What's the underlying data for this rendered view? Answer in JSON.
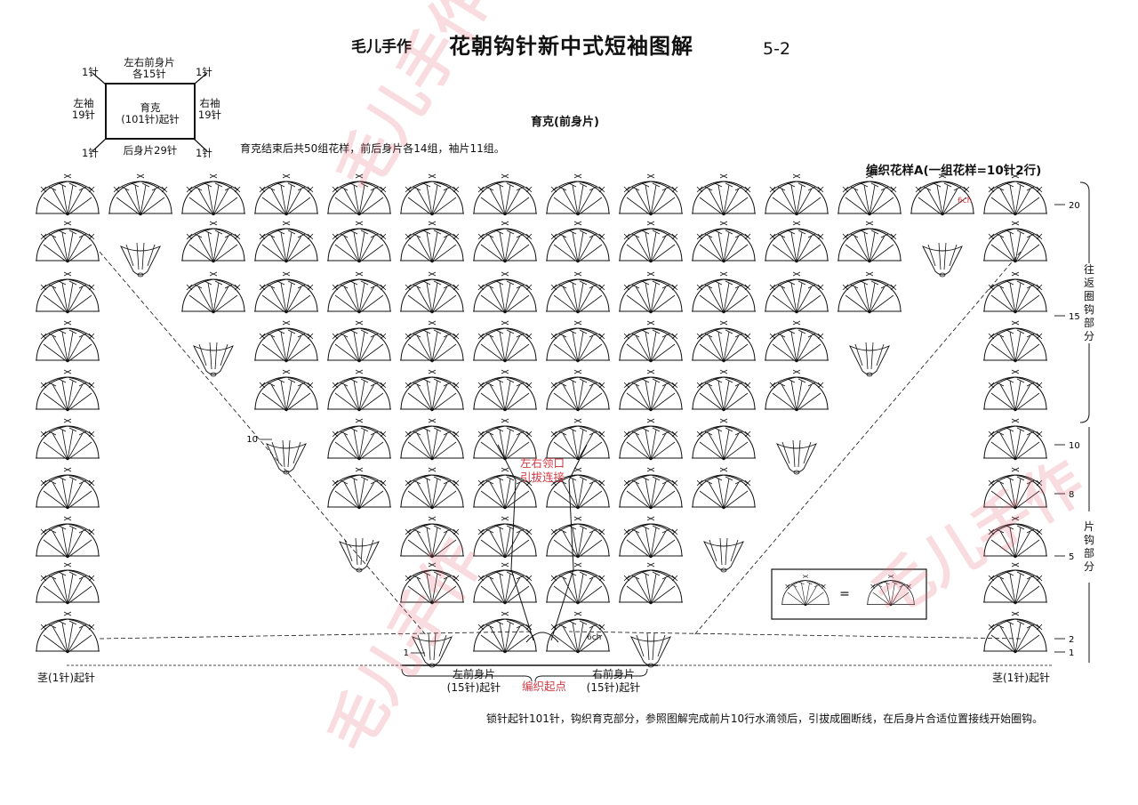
{
  "header": {
    "brand": "毛儿手作",
    "title": "花朝钩针新中式短袖图解",
    "page": "5-2"
  },
  "schematic": {
    "top_label": "左右前身片",
    "top_count": "各15针",
    "left_label": "左袖",
    "left_count": "19针",
    "right_label": "右袖",
    "right_count": "19针",
    "center_label": "育克",
    "center_count": "(101针)起针",
    "bottom_label": "后身片29针",
    "corner": "1针"
  },
  "diagram": {
    "subtitle": "育克(前身片)",
    "note_top": "育克结束后共50组花样，前后身片各14组，袖片11组。",
    "pattern_a": "编织花样A(一组花样=10针2行)",
    "right_bracket_top": "往返圈钩部分",
    "right_bracket_bottom": "片钩部分",
    "neck_label_1": "左右领口",
    "neck_label_2": "引拔连接",
    "start_point": "编织起点",
    "left_front_1": "左前身片",
    "left_front_2": "(15针)起针",
    "right_front_1": "右前身片",
    "right_front_2": "(15针)起针",
    "left_start": "茎(1针)起针",
    "right_start": "茎(1针)起针",
    "note_bottom": "锁针起针101针，钩织育克部分，参照图解完成前片10行水滴领后，引拔成圈断线，在后身片合适位置接线开始圈钩。",
    "chain_label": "6ch",
    "equals": "=",
    "row_labels": [
      "20",
      "15",
      "10",
      "8",
      "5",
      "2",
      "1"
    ],
    "left_row_10": "10",
    "left_row_1": "1"
  },
  "watermark": {
    "text": "毛儿手作"
  },
  "colors": {
    "ink": "#111111",
    "accent_red": "#d03a44",
    "watermark": "#e2606c"
  }
}
